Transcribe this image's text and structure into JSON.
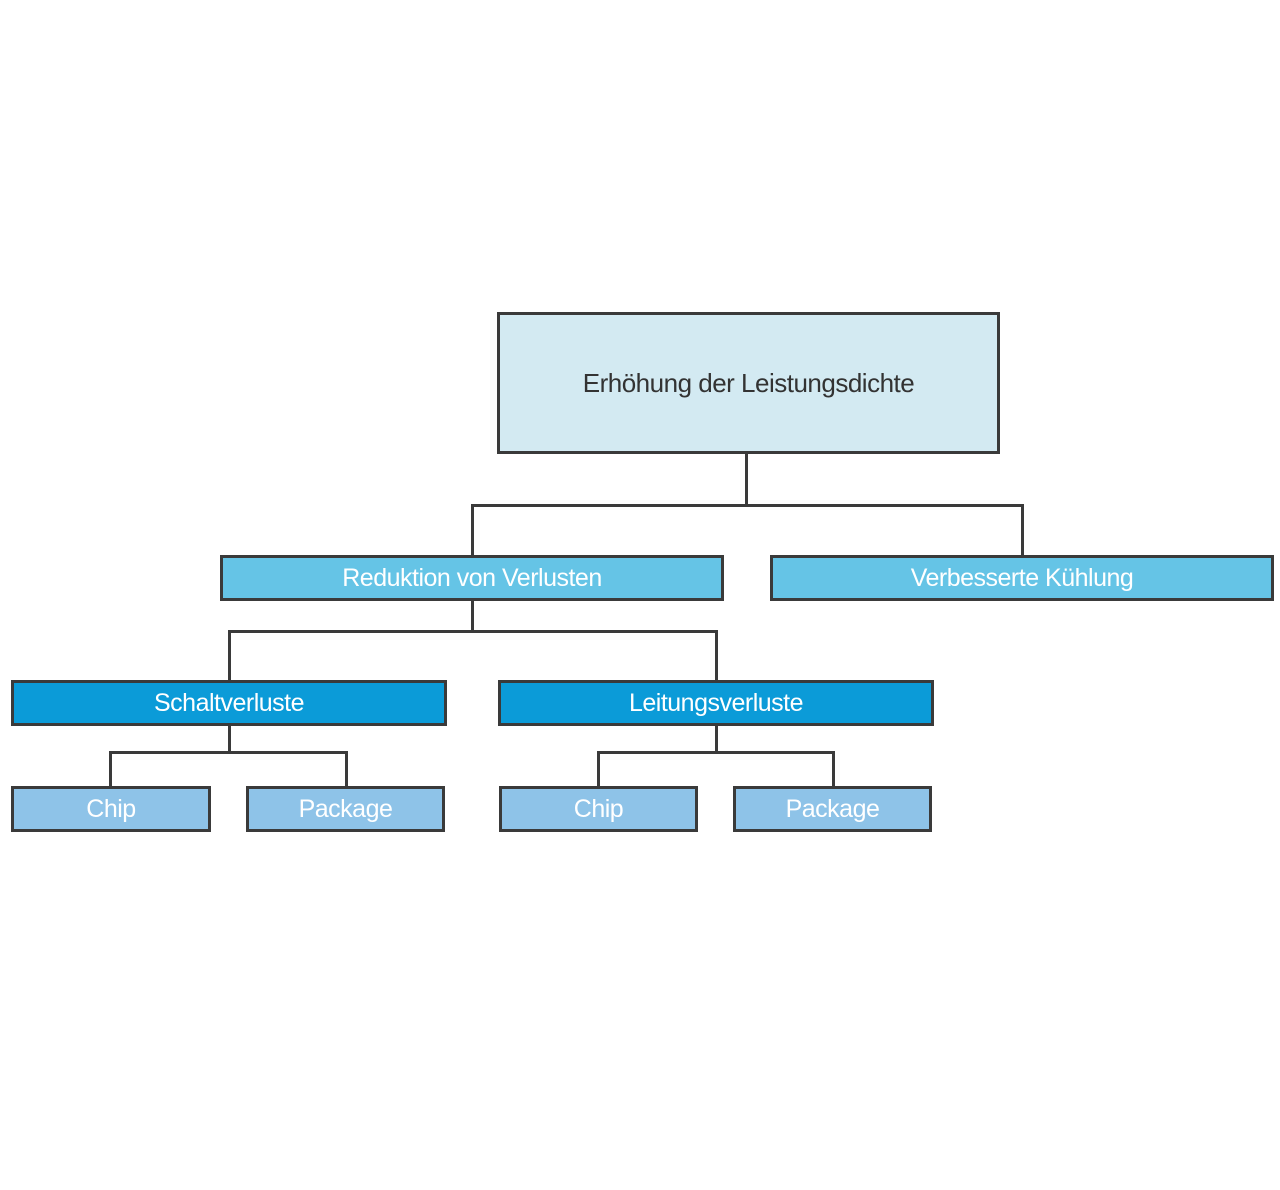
{
  "diagram": {
    "root": {
      "label": "Erhöhung der Leistungsdichte"
    },
    "level1": [
      {
        "label": "Reduktion von Verlusten"
      },
      {
        "label": "Verbesserte Kühlung"
      }
    ],
    "level2": [
      {
        "label": "Schaltverluste"
      },
      {
        "label": "Leitungsverluste"
      }
    ],
    "level3": [
      {
        "label": "Chip"
      },
      {
        "label": "Package"
      },
      {
        "label": "Chip"
      },
      {
        "label": "Package"
      }
    ]
  },
  "colors": {
    "root_fill": "#d3eaf2",
    "root_text": "#333333",
    "level1_fill": "#65c4e6",
    "level2_fill": "#0b9bd8",
    "level3_fill": "#8ec3e8",
    "node_text_light": "#ffffff",
    "border": "#3a3a3a",
    "background": "#ffffff"
  }
}
